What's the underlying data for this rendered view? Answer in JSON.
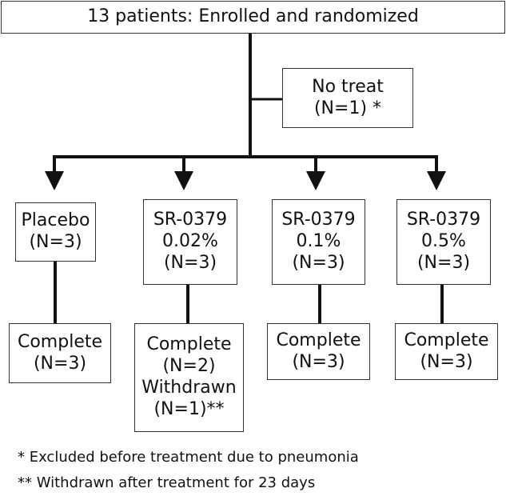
{
  "title_box": "13 patients: Enrolled and randomized",
  "excluded_box": [
    "No treat",
    "(N=1) *"
  ],
  "arms": [
    {
      "lines": [
        "Placebo",
        "(N=3)"
      ],
      "outcome": [
        "Complete",
        "(N=3)"
      ]
    },
    {
      "lines": [
        "SR-0379",
        "0.02%",
        "(N=3)"
      ],
      "outcome": [
        "Complete",
        "(N=2)",
        "Withdrawn",
        "(N=1)**"
      ]
    },
    {
      "lines": [
        "SR-0379",
        "0.1%",
        "(N=3)"
      ],
      "outcome": [
        "Complete",
        "(N=3)"
      ]
    },
    {
      "lines": [
        "SR-0379",
        "0.5%",
        "(N=3)"
      ],
      "outcome": [
        "Complete",
        "(N=3)"
      ]
    }
  ],
  "footnotes": [
    "* Excluded before treatment due to pneumonia",
    "** Withdrawn after treatment for 23 days"
  ]
}
